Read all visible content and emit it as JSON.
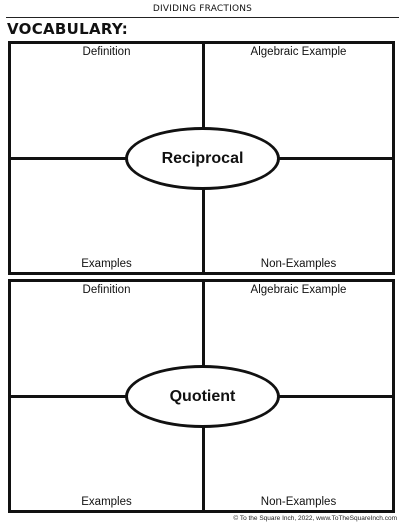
{
  "header": {
    "title": "Dividing Fractions"
  },
  "section": {
    "heading": "VOCABULARY:"
  },
  "frayer_models": [
    {
      "term": "Reciprocal",
      "quadrants": {
        "top_left": "Definition",
        "top_right": "Algebraic Example",
        "bottom_left": "Examples",
        "bottom_right": "Non-Examples"
      }
    },
    {
      "term": "Quotient",
      "quadrants": {
        "top_left": "Definition",
        "top_right": "Algebraic Example",
        "bottom_left": "Examples",
        "bottom_right": "Non-Examples"
      }
    }
  ],
  "footer": {
    "credit": "© To the Square Inch, 2022, www.ToTheSquareInch.com"
  }
}
